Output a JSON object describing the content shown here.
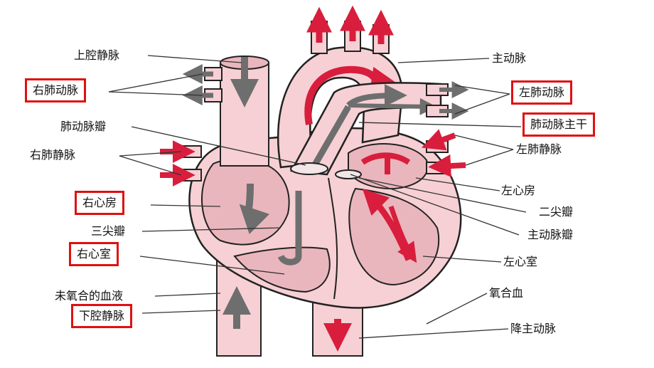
{
  "labels": {
    "svc": "上腔静脉",
    "rpa": "右肺动脉",
    "pvalve": "肺动脉瓣",
    "rpv": "右肺静脉",
    "ra": "右心房",
    "tricuspid": "三尖瓣",
    "rv": "右心室",
    "deoxy": "未氧合的血液",
    "ivc": "下腔静脉",
    "aorta": "主动脉",
    "lpa": "左肺动脉",
    "pt": "肺动脉主干",
    "lpv": "左肺静脉",
    "la": "左心房",
    "mitral": "二尖瓣",
    "avalve": "主动脉瓣",
    "lv": "左心室",
    "oxy": "氧合血",
    "desc": "降主动脉"
  },
  "colors": {
    "highlight_box": "#e01010",
    "heart_tissue": "#f6d0d4",
    "chamber_fill": "#eab6bd",
    "oxygenated_arrow": "#d81e3c",
    "deoxygenated_arrow": "#6e6e6e",
    "outline": "#222222"
  }
}
